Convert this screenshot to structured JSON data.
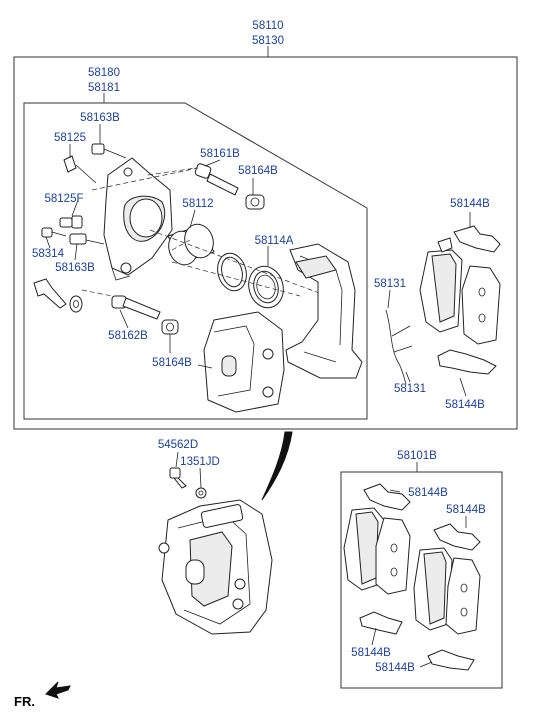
{
  "labels": {
    "assembly_1": "58110",
    "assembly_2": "58130",
    "caliper_1": "58180",
    "caliper_2": "58181",
    "dust_cap_1": "58163B",
    "bleeder": "58125",
    "guide_pin_1": "58161B",
    "boot_1": "58164B",
    "bleeder_cap": "58125F",
    "piston": "58112",
    "seal_kit": "58114A",
    "part_58314": "58314",
    "dust_cap_2": "58163B",
    "guide_pin_2": "58162B",
    "boot_2": "58164B",
    "wire_1": "58131",
    "wire_2": "58131",
    "clip_top_right": "58144B",
    "clip_bottom_right": "58144B",
    "bolt": "54562D",
    "washer": "1351JD",
    "pad_kit": "58101B",
    "kit_clip_1": "58144B",
    "kit_clip_2": "58144B",
    "kit_clip_3": "58144B",
    "kit_clip_4": "58144B",
    "front": "FR."
  }
}
